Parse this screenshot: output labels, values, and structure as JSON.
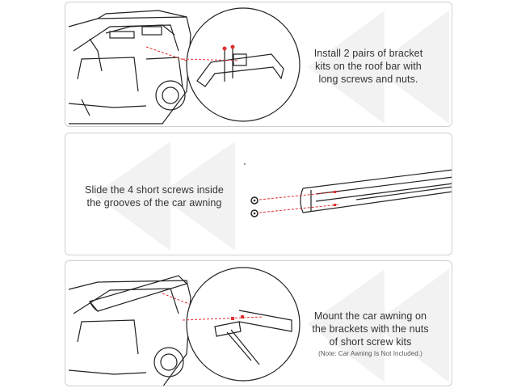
{
  "steps": [
    {
      "lines": [
        "Install 2 pairs of bracket",
        "kits on the roof bar with",
        "long screws and nuts."
      ]
    },
    {
      "lines": [
        "Slide the 4 short screws inside",
        "the grooves of the car awning"
      ]
    },
    {
      "lines": [
        "Mount the car awning on",
        "the brackets with the nuts",
        "of short screw kits"
      ],
      "note": "(Note: Car Awning Is Not Included.)"
    }
  ],
  "colors": {
    "guide_line": "#e03030",
    "arrow_shade": "#f1f1f1",
    "stroke": "#222222",
    "border": "#cfcfcf"
  },
  "icons": [
    "rewind-arrows-watermark",
    "car-line-drawing",
    "bracket-detail",
    "awning-bar",
    "screw-icon"
  ]
}
